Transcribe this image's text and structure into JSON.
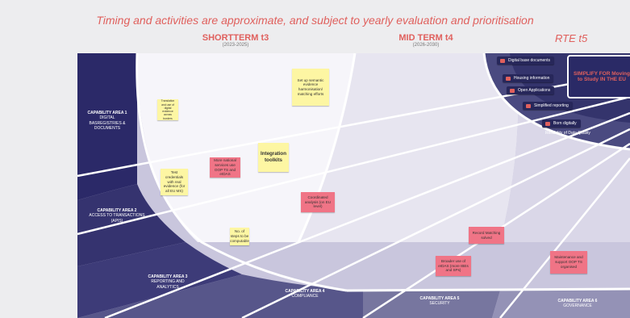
{
  "headline": "Timing and activities are approximate, and subject to yearly evaluation and prioritisation",
  "phases": [
    {
      "label": "SHORTTERM t3",
      "years": "(2023-2025)"
    },
    {
      "label": "MID TERM t4",
      "years": "(2026-2030)"
    },
    {
      "label": "RTE t5",
      "years": ""
    }
  ],
  "areas": [
    {
      "title": "CAPABILITY AREA 1",
      "body": "DIGITAL\nBasregistries &\nDOCUMENTS"
    },
    {
      "title": "CAPABILITY AREA 2",
      "body": "ACCESS TO TRANSACTIONS\n(APIS)"
    },
    {
      "title": "CAPABILITY AREA 3",
      "body": "REPORTING AND\nANALYTICS"
    },
    {
      "title": "CAPABILITY AREA 4",
      "body": "COMPLIANCE"
    },
    {
      "title": "CAPABILITY AREA 5",
      "body": "SECURITY"
    },
    {
      "title": "CAPABILITY AREA 6",
      "body": "GOVERNANCE"
    }
  ],
  "stickies": [
    {
      "text": "Set up semantic evidence harmonisation/ matching efforts"
    },
    {
      "text": "Integration toolkits"
    },
    {
      "text": "More national services use OOP TS and eIDAS"
    },
    {
      "text": "Test credentials with real evidence (for all EU MS)"
    },
    {
      "text": "Coordinated analysis (on EU level)"
    },
    {
      "text": "No. of steps to be computable"
    },
    {
      "text": "Record Matching solved"
    },
    {
      "text": "Broader use of eIDAS (more IBEs and SPs)"
    },
    {
      "text": "Maintenance and support OOP TS organised"
    },
    {
      "text": "Translation and use of digital evidence across borders"
    }
  ],
  "rte_items": [
    {
      "label": "Digital base documents"
    },
    {
      "label": "Housing information"
    },
    {
      "label": "Open Applications"
    },
    {
      "label": "Simplified reporting"
    },
    {
      "label": "Born digitally"
    },
    {
      "label": "Reliability of Data Quality"
    }
  ],
  "goal": "SIMPLIFY FOR Moving to Study IN THE EU",
  "colors": {
    "accent": "#e0605d",
    "navy": "#2a2a66",
    "sticky_yellow": "#fdf6a3",
    "sticky_pink": "#f07486"
  }
}
